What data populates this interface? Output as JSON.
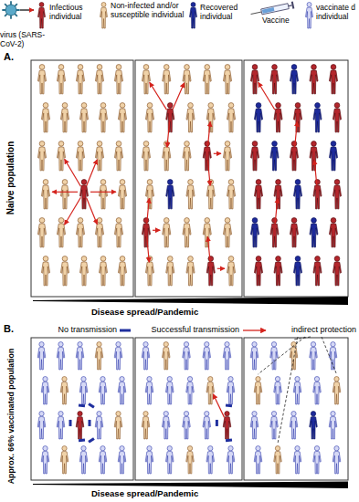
{
  "diagram": {
    "labels": [
      "A.",
      "Naive population",
      "Disease spread/Pandemic",
      "B.",
      "Approx. 66% vaccinated population",
      "Disease spread/Pandemic",
      "indirect protection",
      "Vaccine"
    ],
    "legend": [
      {
        "text": "virus (SARS-CoV-2)"
      },
      {
        "text": "Infectious individual"
      },
      {
        "text": "Non-infected and/or susceptible individual"
      },
      {
        "text": "Recovered individual"
      },
      {
        "text": "vaccinate d individual"
      },
      {
        "text": "No transmission"
      },
      {
        "text": "Successful transmission"
      }
    ]
  }
}
